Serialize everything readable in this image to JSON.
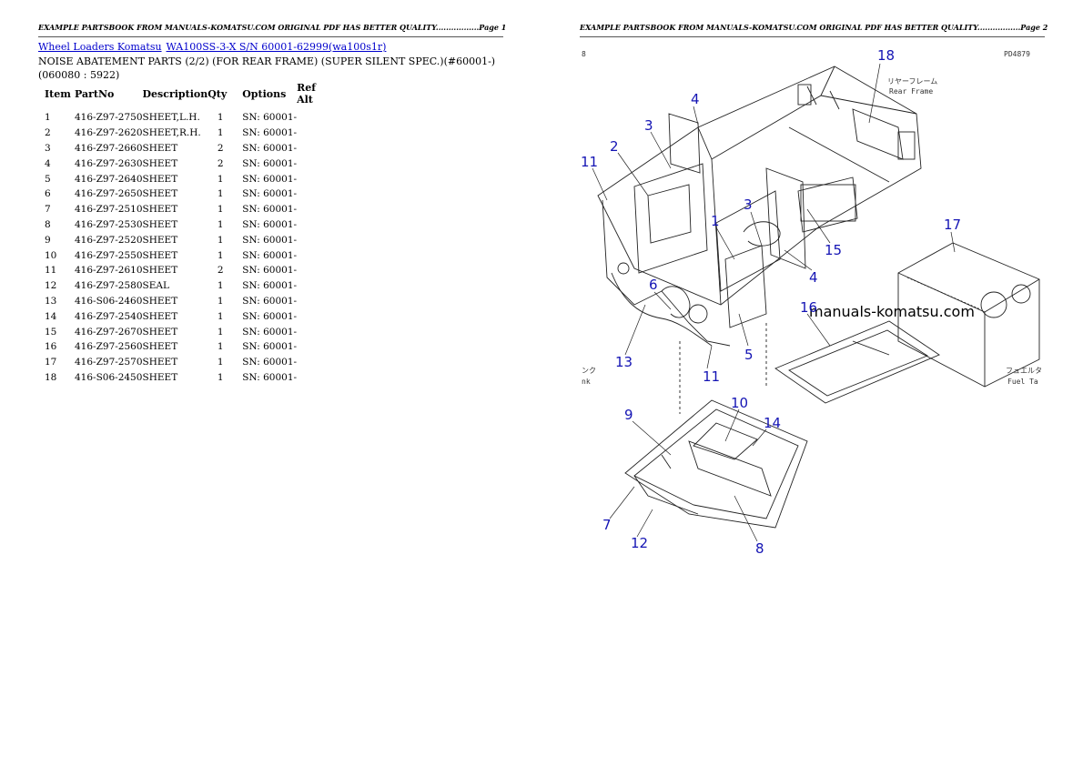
{
  "page1_header": "EXAMPLE PARTSBOOK FROM MANUALS-KOMATSU.COM ORIGINAL PDF HAS BETTER QUALITY.................Page 1",
  "page2_header": "EXAMPLE PARTSBOOK FROM MANUALS-KOMATSU.COM ORIGINAL PDF HAS BETTER QUALITY.................Page 2",
  "breadcrumb": {
    "link1": "Wheel Loaders Komatsu",
    "link2": "WA100SS-3-X S/N 60001-62999(wa100s1r)"
  },
  "title": "NOISE ABATEMENT PARTS (2/2) (FOR REAR FRAME) (SUPER SILENT SPEC.)(#60001-)(060080 : 5922)",
  "table": {
    "headers": {
      "item": "Item",
      "partno": "PartNo",
      "description": "Description",
      "qty": "Qty",
      "options": "Options",
      "refalt": "Ref Alt"
    },
    "rows": [
      {
        "item": "1",
        "partno": "416-Z97-2750",
        "description": "SHEET,L.H.",
        "qty": "1",
        "options": "SN: 60001-"
      },
      {
        "item": "2",
        "partno": "416-Z97-2620",
        "description": "SHEET,R.H.",
        "qty": "1",
        "options": "SN: 60001-"
      },
      {
        "item": "3",
        "partno": "416-Z97-2660",
        "description": "SHEET",
        "qty": "2",
        "options": "SN: 60001-"
      },
      {
        "item": "4",
        "partno": "416-Z97-2630",
        "description": "SHEET",
        "qty": "2",
        "options": "SN: 60001-"
      },
      {
        "item": "5",
        "partno": "416-Z97-2640",
        "description": "SHEET",
        "qty": "1",
        "options": "SN: 60001-"
      },
      {
        "item": "6",
        "partno": "416-Z97-2650",
        "description": "SHEET",
        "qty": "1",
        "options": "SN: 60001-"
      },
      {
        "item": "7",
        "partno": "416-Z97-2510",
        "description": "SHEET",
        "qty": "1",
        "options": "SN: 60001-"
      },
      {
        "item": "8",
        "partno": "416-Z97-2530",
        "description": "SHEET",
        "qty": "1",
        "options": "SN: 60001-"
      },
      {
        "item": "9",
        "partno": "416-Z97-2520",
        "description": "SHEET",
        "qty": "1",
        "options": "SN: 60001-"
      },
      {
        "item": "10",
        "partno": "416-Z97-2550",
        "description": "SHEET",
        "qty": "1",
        "options": "SN: 60001-"
      },
      {
        "item": "11",
        "partno": "416-Z97-2610",
        "description": "SHEET",
        "qty": "2",
        "options": "SN: 60001-"
      },
      {
        "item": "12",
        "partno": "416-Z97-2580",
        "description": "SEAL",
        "qty": "1",
        "options": "SN: 60001-"
      },
      {
        "item": "13",
        "partno": "416-S06-2460",
        "description": "SHEET",
        "qty": "1",
        "options": "SN: 60001-"
      },
      {
        "item": "14",
        "partno": "416-Z97-2540",
        "description": "SHEET",
        "qty": "1",
        "options": "SN: 60001-"
      },
      {
        "item": "15",
        "partno": "416-Z97-2670",
        "description": "SHEET",
        "qty": "1",
        "options": "SN: 60001-"
      },
      {
        "item": "16",
        "partno": "416-Z97-2560",
        "description": "SHEET",
        "qty": "1",
        "options": "SN: 60001-"
      },
      {
        "item": "17",
        "partno": "416-Z97-2570",
        "description": "SHEET",
        "qty": "1",
        "options": "SN: 60001-"
      },
      {
        "item": "18",
        "partno": "416-S06-2450",
        "description": "SHEET",
        "qty": "1",
        "options": "SN: 60001-"
      }
    ]
  },
  "diagram": {
    "corner_left": "8",
    "corner_right": "PD4879",
    "watermark": "manuals-komatsu.com",
    "jp_rear_frame": "リヤーフレーム",
    "en_rear_frame": "Rear Frame",
    "jp_fuel_tank": "フュエルタ",
    "en_fuel_tank": "Fuel Ta",
    "jp_tank_left": "ンク",
    "en_tank_left": "nk",
    "callouts": {
      "c18": "18",
      "c4a": "4",
      "c3a": "3",
      "c2": "2",
      "c11a": "11",
      "c1": "1",
      "c3b": "3",
      "c15": "15",
      "c17": "17",
      "c4b": "4",
      "c6": "6",
      "c16": "16",
      "c13": "13",
      "c5": "5",
      "c11b": "11",
      "c9": "9",
      "c10": "10",
      "c14": "14",
      "c7": "7",
      "c12": "12",
      "c8": "8"
    }
  }
}
